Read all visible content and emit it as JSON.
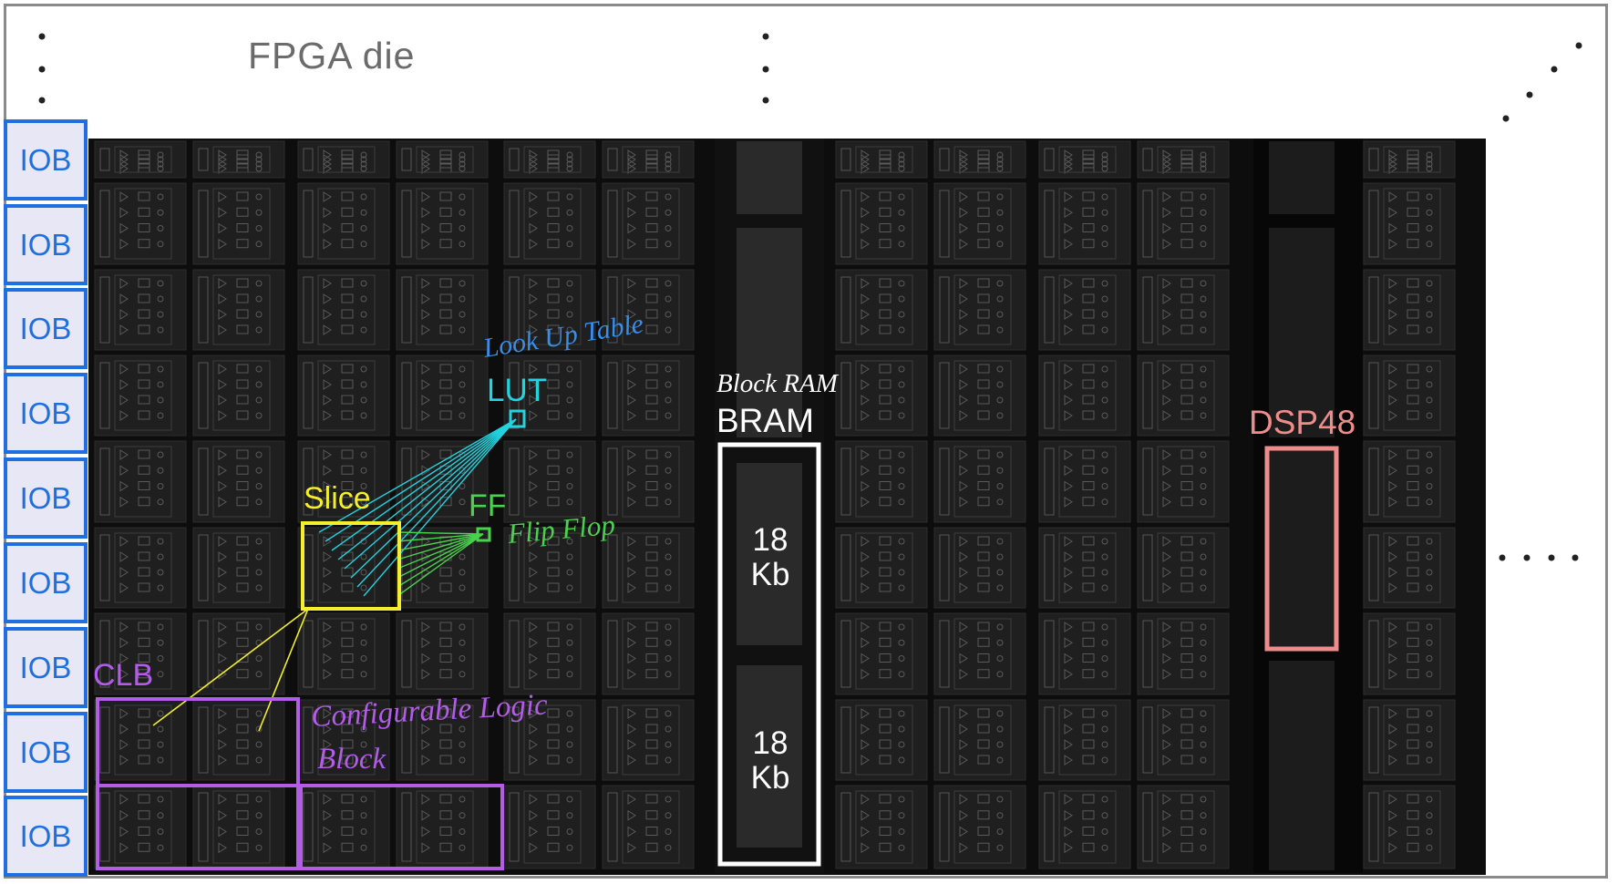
{
  "die": {
    "label": "FPGA die"
  },
  "iob": {
    "label": "IOB",
    "count": 9
  },
  "labels": {
    "lut": "LUT",
    "lut_note": "Look Up Table",
    "slice": "Slice",
    "ff": "FF",
    "ff_note": "Flip Flop",
    "clb": "CLB",
    "clb_note_line1": "Configurable Logic",
    "clb_note_line2": "Block",
    "bram_note": "Block RAM",
    "bram": "BRAM",
    "bram_block_1": [
      "18",
      "Kb"
    ],
    "bram_block_2": [
      "18",
      "Kb"
    ],
    "dsp": "DSP48"
  },
  "colors": {
    "iob": "#1f6fe0",
    "lut": "#22d3e0",
    "lut_note": "#3a8ee6",
    "slice": "#f5ee2b",
    "ff": "#49d24c",
    "clb": "#b25ce8",
    "bram": "#ffffff",
    "dsp": "#ee8c8c",
    "frame": "#8a8a8a"
  }
}
